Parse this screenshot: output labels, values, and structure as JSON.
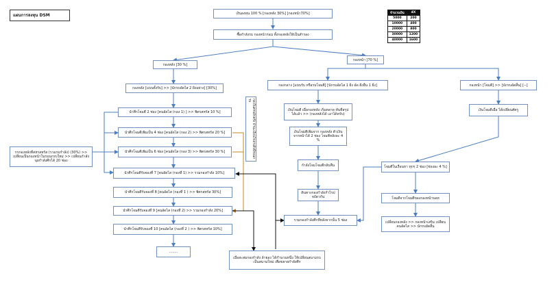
{
  "diagram": {
    "title": "แผนการลงทุน DSM",
    "top": {
      "invest_box": "เงินลงทุน 100 % [กองหลัง 30%] [กองหน้า70%]",
      "buy_box": "ซื้อกำลังรบ กองหน้าก่อน ทั้งกองหลังให้เป็นสำรอง"
    },
    "left_branch": {
      "header": "กองหลัง [30 %]",
      "sub_header": "กองหลัง [แบบตั้งรับ] >> [นักรบอัดไส 2 ฝั่งอย่าง] [30%]",
      "steps": [
        "นำศึกโจมตี 2 ช่อง [คนอัดไส (กอง 1) ] >> พิตรสหรัส 10 %]",
        "นำศึกโจมตีเพิ่มเป็น 4 ช่อง [คนอัดไส (กอง 2) >> พิตรสหรัส 20 %]",
        "นำศึกโจมตีเพิ่มเป็น 6 ช่อง [คนอัดไส (กอง 3) >> พิตรสหรัส 30 %]",
        "นำศึกโจมตีรับจองที่ 7 [คนอัดไส (กองที่ 1) >> รวมกองกำลัง 10%]",
        "นำศึกโจมตีรับจองที่ 8 [คนอัดไส (กองที่ 1 ) >> พิตรสหรัส 30%]",
        "นำศึกโจมตีรับจองที่ 9 [คนอัดไส (กองที่ 2) >> รวมกองกำลัง 20%]",
        "นำศึกโจมตีรับจองที่ 10 [คนอัดไส (กองที่ 2 ) >> พิตรสหรัส 10%]"
      ],
      "ellipsis": "........",
      "side_note": "กรกองหลังที่สหรสหรัส (รวมรบกำลัง) (30%) >> เปลี่ยนเป็นกองหน้าในรบนกรบใหม่ >> เปลี่ยนกำลัง นุยกำลังศึกได้ 20 ช่อง",
      "vertical_note": "ตั้งที่ซื้อจำนวนของกองหลังต่อไปตามรบนคลังกองในครบอีกครั้ง บำนะเงื่อนไขตรงสิ่งนี้รบนกรบ"
    },
    "middle_branch": {
      "header": "กองหน้า [70 %]",
      "sub_header": "กองกลาง [แบบรับ หรือรบโจมตี] [นักรบอัดไส 1 ฝั่ง อัด ฝั่งอื่น 1 ฝั่ง]",
      "steps": [
        "เงินโจมตี เมื่อกองหลัง เริ่มตลาด ทันที่สรุปได้แล้ว >> (กองหลังได้ เอาได้ครับ)",
        "เงินโจมตีเพิ่มจาก กองหลัง ตัวเงินจากหน้าได้ 2 ช่อง โจมตีหลังละ 4 %",
        "กำลังโจมโจมตีกลับคืน",
        "ดินทางกองกำลังกำไรปจบัดวกัน",
        "รวมกองกำลังศึกที่หลังจากนั้น 5 ช่อง"
      ]
    },
    "right_branch": {
      "header": "กองหน้า [โจมตี] >> [นักรบอัดสิ้น] [--]",
      "step1": "เงินโจมตีเมื่อ ได้เปลี่ยนศัตรู",
      "attack_box": "โจมตีในเงื่อนหา ทุกๆ 2 ช่อง [ช่องละ 4 %]",
      "step2": "โจมตีจากโจมตีของกองหน้าบอท",
      "step3": "เปลี่ยนกองหลัง >> กองหน้าเสริม เปลี่ยนคนอัดไส >> นักรบอัดสิ้น"
    },
    "bottom_box": "เมื่อสะสมกองกำลัง ล้ายอง ได้กำนวนหนึ่ง ให้เปลี่ยนสนามรบเป็นสนามใหม่ เพื่อขยายกำลังศึก"
  },
  "reference_table": {
    "headers": [
      "จำนวนเงิน",
      "4X"
    ],
    "rows": [
      [
        "5000",
        "200"
      ],
      [
        "10000",
        "400"
      ],
      [
        "20000",
        "800"
      ],
      [
        "30000",
        "1200"
      ],
      [
        "40000",
        "1600"
      ]
    ]
  },
  "colors": {
    "box_border": "#6f8fbd",
    "arrow_blue": "#4a7ec2",
    "arrow_orange": "#c8841e",
    "arrow_black": "#111111"
  }
}
